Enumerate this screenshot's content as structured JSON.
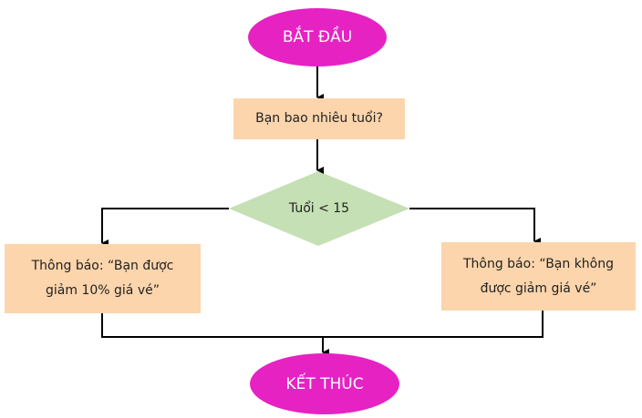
{
  "flowchart": {
    "start": "BẮT ĐẦU",
    "input": "Bạn bao nhiêu tuổi?",
    "decision": "Tuổi < 15",
    "yes_branch": "Thông báo: “Bạn được giảm 10% giá vé”",
    "no_branch": "Thông báo: “Bạn không được giảm giá vé”",
    "end": "KẾT THÚC"
  },
  "colors": {
    "terminal": "#e622c3",
    "process": "#fcd5ac",
    "decision": "#c5e0b4",
    "line": "#000000"
  }
}
